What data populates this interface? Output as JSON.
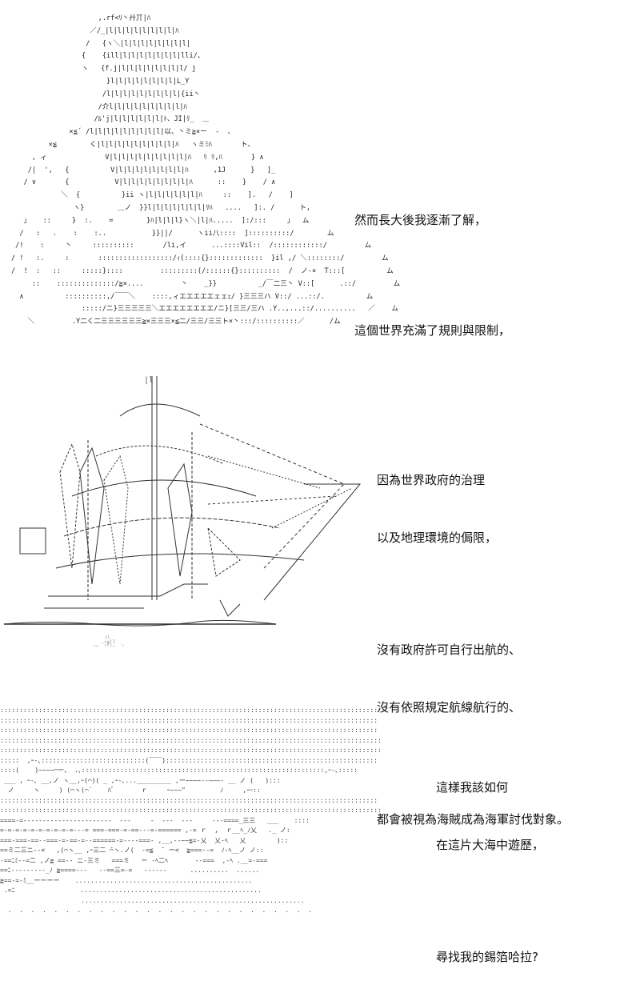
{
  "panels": [
    {
      "id": "panel-1",
      "narration": [
        [
          "然而長大後我逐漸了解，"
        ],
        [
          "這個世界充滿了規則與限制，"
        ]
      ],
      "art": "                     ,.rf<ﾘ丶廾丌|ﾊ\n                   ／/_|l|l|l|l|l|l|l|l|ﾊ\n                  /   {ヽ＼|l|l|l|l|l|l|l|l|\n                 {    {ill|l|l|l|l|l|l|l|lli/、\n                 ヽ   {f.j|l|l|l|l|l|l|l|l/ j\n                       }l|l|l|l|l|l|l|l|L_Y\n                      /l|l|l|l|l|l|l|l|l|{ii丶\n                     /介l|l|l|l|l|l|l|l|l|ﾊ\n                    /ﾙ'j|l|l|l|l|l|l|ﾄ、JI|ﾘ_  ＿\n              ×≦´ /l|l|l|l|l|l|l|l|l|以、丶ミ≧×ー  -  、\n         ×≦        く|l|l|l|l|l|l|l|l|l|ﾊ   ヽミﾐﾊ       ト、\n     , ィ              V|l|l|l|l|l|l|l|l|l|ﾊ   ﾘ ﾘ,ﾊ       } ∧\n    /|  ',   {          V|l|l|l|l|l|l|l|l|ﾊ      ,1J      }   ]_\n   / ∨       {           V|l|l|l|l|l|l|l|l|ﾊ      ::    }    / ∧\n            ＼  {          }ii ヽ|l|l|l|l|l|l|ﾊ     ::    ].   /    ]\n               ヽ}        ＿ノ  }}l|l|l|l|l|l|l|ﾘﾊ   ....   ]:. /      ト,\n   」   ::     }  :.    =        }ﾊ|l|l|l}ヽ＼|l|ﾊ.....  ]:/:::     」  ム\n  /   :   .    :    :..           }}||/      ヽii八::::  ]::::::::::/        ム\n /!    :     丶     ::::::::::       /li,イ      ...::::Vil::  /::::::::::::/         ム\n/ !   :.     :       ::::::::::::::::::/ｨ(::::{}:::::::::::::  }il ,/ ＼::::::::/         ム\n/  !  :   ::     :::::}::::         :::::::::(/::::::{}::::::::::  /  ノ-×  T:::[          ム\n     ::    ::::::::::::::/≧×....         丶    _}}          _/￣二三丶 V::[      .::/         ム\n  ∧          ::::::::::,/￣￣＼    ::::,ィエエエエエェェｪ/ }三三三ハ V::/ ...::/.          ム\n                 :::::/ニ}三三三三三＼エエエエエエエエ/ニ}[三三/三ハ .Y..,...::/..........   ／    ム\n    ＼         .Y二く二三三三三三三≧×三三三×≦二/三三/三三ト×丶:::/::::::::::／      /ム"
    },
    {
      "id": "panel-2",
      "narration": [
        [
          "因為世界政府的治理"
        ],
        [
          "以及地理環境的侷限，"
        ],
        [],
        [
          "沒有政府許可自行出航的、"
        ],
        [
          "沒有依照規定航線航行的、"
        ],
        [],
        [
          "都會被視為海賊成為海軍討伐對象。"
        ]
      ],
      "art": "                                   |l\n                                  ,ｨ≦|l\n                             _,ｨ≦_ |l|=  ＼\n                          ,ｨ´  [|[]l|l   ＼    _\n                        ,ｨ´ ___-|l|l|  |l|    ＼\n                      ,ｨ´ ,ｨ´      |l|  |l|       ＼\n                    ,ｨ´ ,ｨ´   ______|l|__|l|______    ＼\n                   /  ,ｨ´  ,ｨ'¨¨¨¨¨¨|l|¨¨|l|¨¨¨¨¨¨¨-ｰ  ＼\n                  /  /   /  ____|l|__|l|____        ＼  ＼\n           \\     /  /   /  /          |l|          ＼  ≧=-\n           \\    /  /   /  /  _____  |l|             ＼ ／\n          ∧ \\  /  /   /  /  /     \\  |l|      -===- ／\n         /  \\ ∧ /|  /  /  /      |  |l|   --==≦≦／\n    ┌─┐ /  / ∨ |  |  /  |  ∨ ∨  |  |l|  ≦≦≦ /\n    |   |/  /  |  |  |  |  ∨ |/  |  |l|≦≦≦ /\n    └─┘   /   |  |  |  |  /  ∨  |≦≦≦≦ ／\n         ,ｨ´ ／ |≧≦ー =-}}\"]|--=≦二ニ=-／\n      ＿_一ﾆ┤_┌ｨ'IK゛    ≧=二口ﾆ    ＿ ┬┬\n      r!_八|ﾉ_|| ||||=≦三├=|| ___-     └┘ /\n  ___ \\乂___________________________________ ~~~  _____________\n::::::::::::::::::::::::::::::::::::::::::::::::::::::::::::::::::::::::::\n::::::::::::::::::::::::::::::::::::::::::::::::::::::::::::::::::::::::::"
    },
    {
      "id": "panel-3",
      "narration": [
        [
          "這樣我該如何"
        ],
        [
          "在這片大海中遊歷，"
        ],
        [],
        [
          "尋找我的錫箔哈拉?"
        ]
      ],
      "art": "::::::::::::::::::::::::::::::::::::::::::::::::::::::::::::::::::::::::::::::::::::::::::::::::::\n::::::::::::::::::::::::::::::::::::::::::::::::::::::::::::::::::::::::::::::::::::::::::::::::::\n::::::::::::::::::::::::::::::::::::::::::::::::::::::::::::::::::::::::::::::::::::::::::::::::::\n:::::::::::::::::::::::::::::::::::::::::::::::::::::::::::::::::::::::::::::::::::::::::::::::::::\n:::::::::::::::::::::::::::::::::::::::::::::::::::::::::::::::::::::::::::::::::::::::::::::::::::\n:::::  ,ｰ-､:::::::::::::::::::::::::::(￣￣):::::::::::::::::::::::::::::::::::::::::::::::::::::::\n::::(    )~~~~⌒ー、 .､:::::::::::::::::::::::::::::::::::::::::::::::::::::::::::::::,ｰ-､:::::\n ___ , ｰ-､ __,ノ ヽ__,ｰ(⌒)( _ ,ｰ-､..._________ ,ー~~~~--―――‐ __ ノ (   ):::\n  ノ     ヽ     ) (⌒ヽ(⌒`    ﾊﾞ       ｒ     ｰ~~~\"         ﾉ     ,ｰｰ::\n::::::::::::::::::::::::::::::::::::::::::::::::::::::::::::::::::::::::::::::::::::::::::::::::::\n:::::::::::::::::::::::::::::::::::::::::::::::::::::::::::::::::::::::::::::::::::::::::::::::::::\n====-=-----------------------  ---     -  ---  ---     ---====_三三   ___    ::::\n=-=-=-=-=-=-=-=-=-=---= ===-===-=-==---=-====== ,-= ｒ  ,  ｒ__ﾍ_ﾉ乂   ._ ノ:\n===-===-==--===-=-==-=--======-=----===- ,__,--~~≦=-乂  乂-ﾍ   乂        )::\n==ミ二三ニ--<   ,(⌒ヽ__ ,ｰ三二 ̄⌒ヽ.ノ(  -=≦  ̄  ー<  ≧===--=  ﾉ-ﾍ__ノ ノ::\n-==ﾆﾐ--=二 ,ノ≧ ==-- ニ-三ミ   ===ミ   ー -ﾍ二ﾍ       --===  ,‐ﾍ .__=-===\n==ﾆ-----‐---_ﾉ ≧====---   --==三=-=   ------      ..........  ......\n≧==-=-ﾐ__ーーーー    ..............................................\n .=ﾆ                 ...............................................\n                     ..........................................................\n  .  .  .  .  .  .  .  .  .  .  .  .  .  .  .  .  .  .  .  .  .  .  .  .  .  .  ."
    }
  ]
}
